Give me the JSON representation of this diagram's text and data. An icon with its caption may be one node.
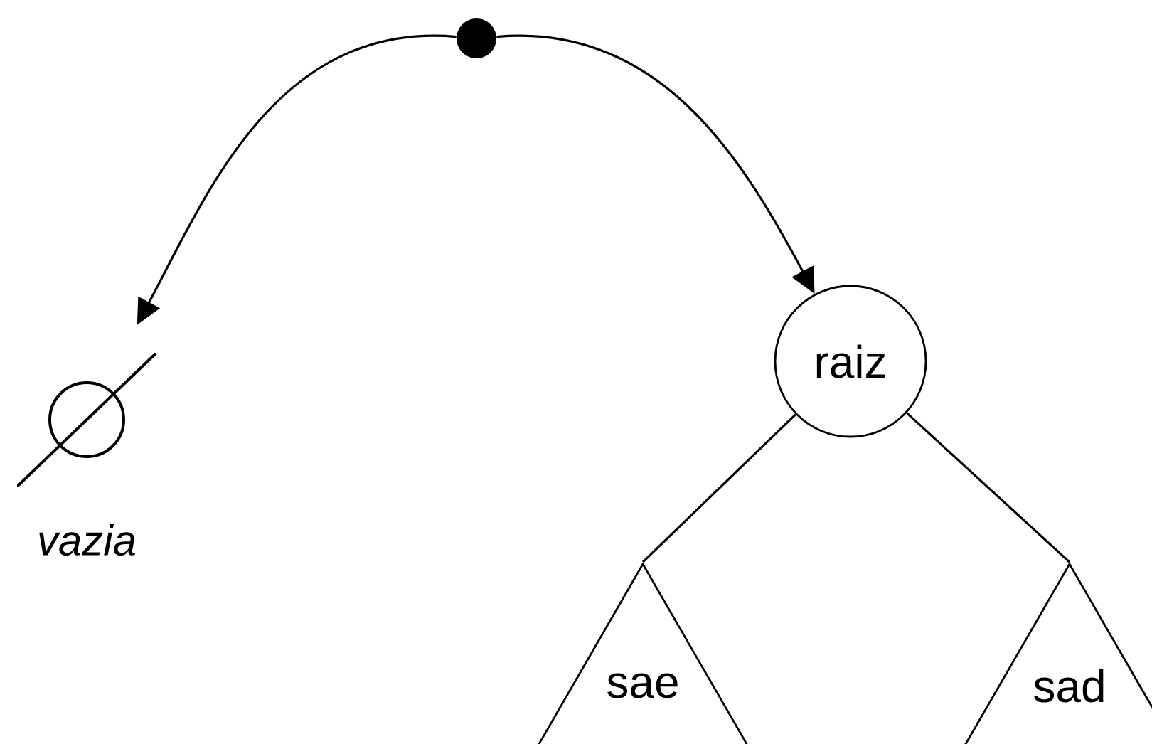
{
  "diagram": {
    "nodes": [
      {
        "text": [],
        "shape": "circle"
      },
      {
        "text": [],
        "shape": "circle",
        "beside": [
          "vazia"
        ]
      },
      {
        "text": [
          "raiz"
        ]
      },
      {
        "text": [
          "sae"
        ]
      },
      {
        "text": [
          "sad"
        ]
      }
    ],
    "edges": [
      {
        "from": 0,
        "to": 1,
        "arrow": "to"
      },
      {
        "from": 0,
        "to": 2,
        "arrow": "to"
      },
      {
        "from": 2,
        "to": 3,
        "arrow": "none"
      },
      {
        "from": 2,
        "to": 4,
        "arrow": "none"
      }
    ]
  }
}
